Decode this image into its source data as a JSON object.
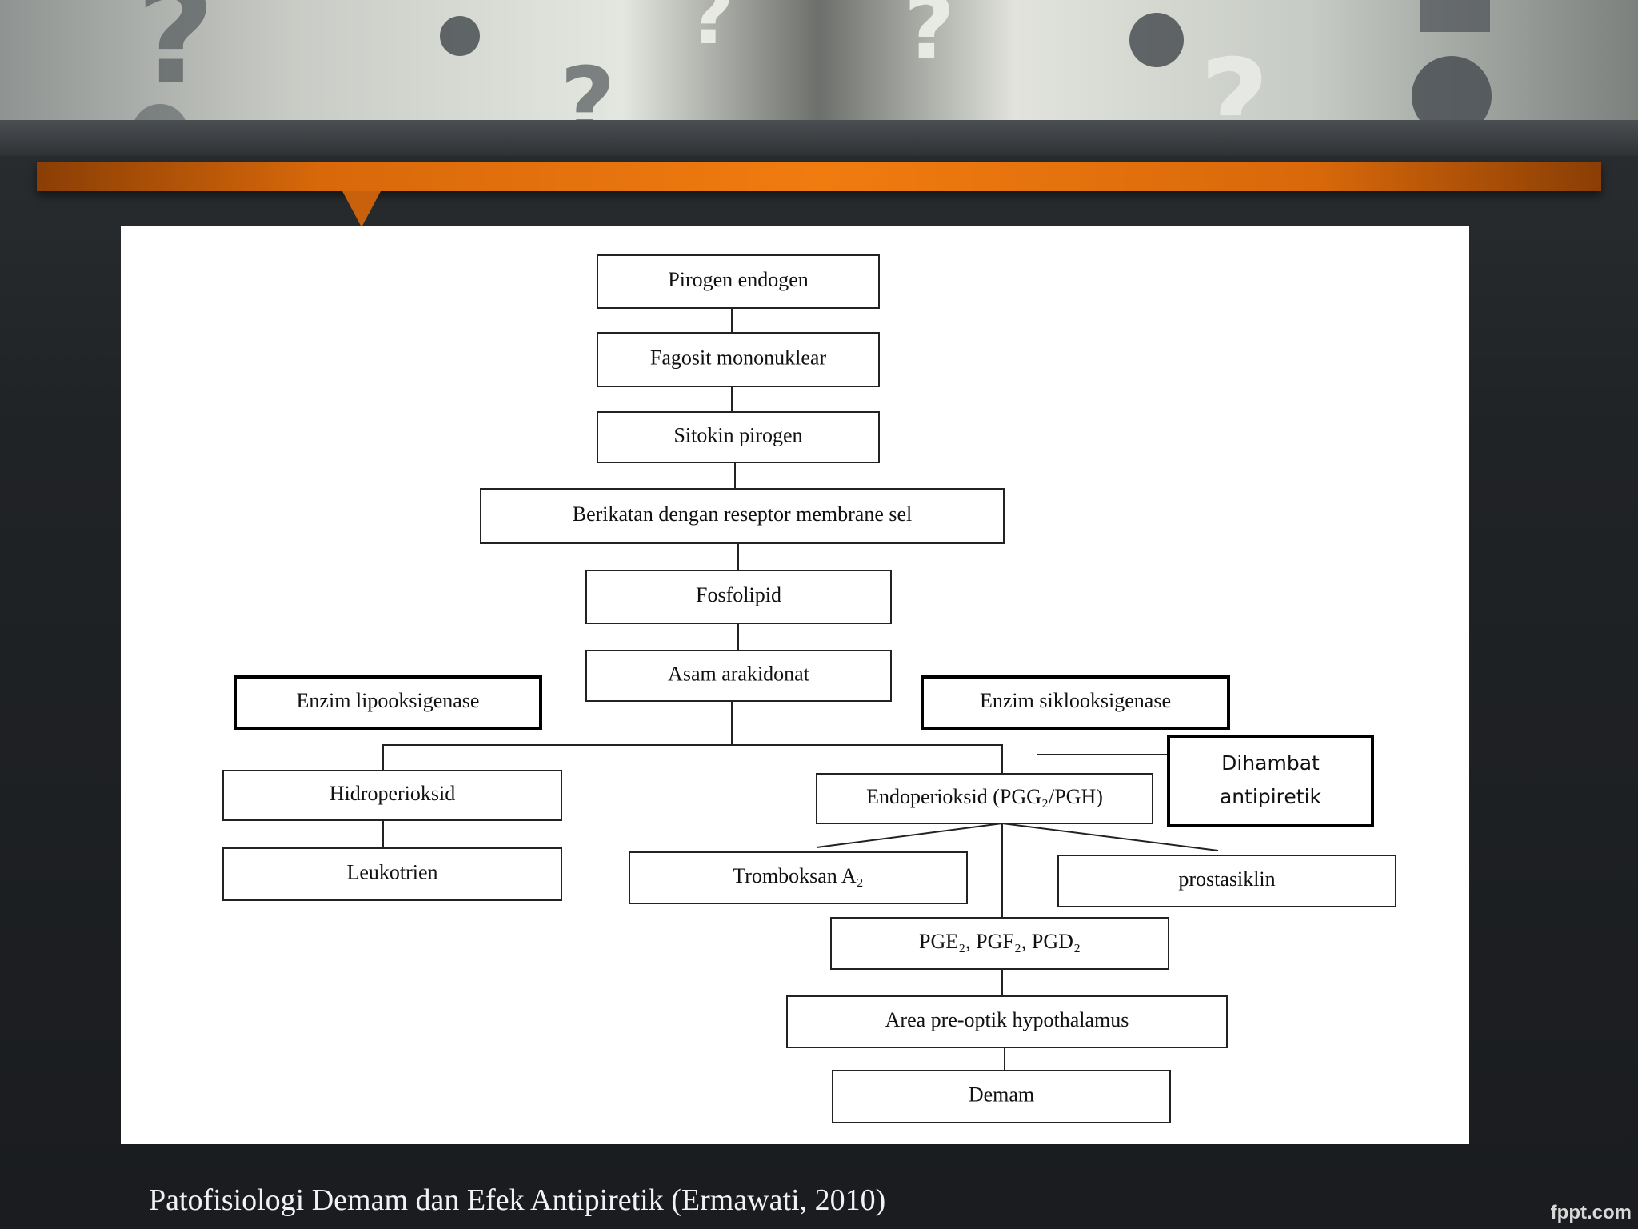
{
  "diagram": {
    "nodes": [
      {
        "id": "pirogen-endogen",
        "label": "Pirogen endogen"
      },
      {
        "id": "fagosit-mononuklear",
        "label": "Fagosit mononuklear"
      },
      {
        "id": "sitokin-pirogen",
        "label": "Sitokin pirogen"
      },
      {
        "id": "berikatan-reseptor",
        "label": "Berikatan dengan reseptor membrane sel"
      },
      {
        "id": "fosfolipid",
        "label": "Fosfolipid"
      },
      {
        "id": "asam-arakidonat",
        "label": "Asam arakidonat"
      },
      {
        "id": "enzim-lipooksigenase",
        "label": "Enzim lipooksigenase"
      },
      {
        "id": "enzim-siklooksigenase",
        "label": "Enzim siklooksigenase"
      },
      {
        "id": "hidroperioksid",
        "label": "Hidroperioksid"
      },
      {
        "id": "leukotrien",
        "label": "Leukotrien"
      },
      {
        "id": "endoperioksid",
        "label": "Endoperioksid (PGG₂/PGH)"
      },
      {
        "id": "dihambat-antipiretik",
        "label_lines": [
          "Dihambat",
          "antipiretik"
        ]
      },
      {
        "id": "tromboksan",
        "label": "Tromboksan A₂"
      },
      {
        "id": "prostasiklin",
        "label": "prostasiklin"
      },
      {
        "id": "pge-pgf-pgd",
        "label": "PGE₂, PGF₂, PGD₂"
      },
      {
        "id": "area-preoptik",
        "label": "Area pre-optik hypothalamus"
      },
      {
        "id": "demam",
        "label": "Demam"
      }
    ],
    "edges": [
      [
        "pirogen-endogen",
        "fagosit-mononuklear"
      ],
      [
        "fagosit-mononuklear",
        "sitokin-pirogen"
      ],
      [
        "sitokin-pirogen",
        "berikatan-reseptor"
      ],
      [
        "berikatan-reseptor",
        "fosfolipid"
      ],
      [
        "fosfolipid",
        "asam-arakidonat"
      ],
      [
        "asam-arakidonat",
        "hidroperioksid"
      ],
      [
        "asam-arakidonat",
        "endoperioksid"
      ],
      [
        "hidroperioksid",
        "leukotrien"
      ],
      [
        "endoperioksid",
        "tromboksan"
      ],
      [
        "endoperioksid",
        "prostasiklin"
      ],
      [
        "endoperioksid",
        "pge-pgf-pgd"
      ],
      [
        "pge-pgf-pgd",
        "area-preoptik"
      ],
      [
        "area-preoptik",
        "demam"
      ],
      [
        "dihambat-antipiretik",
        "endoperioksid"
      ]
    ]
  },
  "caption": "Patofisiologi Demam dan Efek Antipiretik (Ermawati, 2010)",
  "brand": "fppt.com",
  "colors": {
    "accent_orange": "#f07c10",
    "background_dark": "#1f2225",
    "panel": "#ffffff"
  }
}
